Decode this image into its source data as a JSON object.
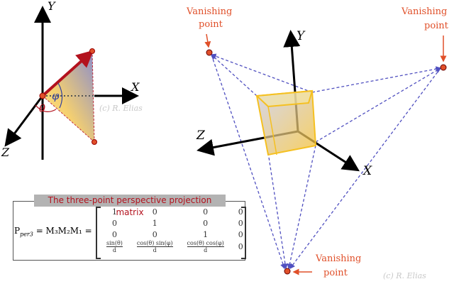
{
  "left_diagram": {
    "axes": {
      "x": "X",
      "y": "Y",
      "z": "Z"
    },
    "angles": {
      "theta": "θ",
      "phi": "φ"
    },
    "watermark": "(c) R. Elias"
  },
  "right_diagram": {
    "axes": {
      "x": "X",
      "y": "Y",
      "z": "Z"
    },
    "vanishing_points": [
      {
        "line1": "Vanishing",
        "line2": "point"
      },
      {
        "line1": "Vanishing",
        "line2": "point"
      },
      {
        "line1": "Vanishing",
        "line2": "point"
      }
    ],
    "watermark": "(c) R. Elias"
  },
  "matrix": {
    "title": "The three-point perspective projection matrix",
    "lhs_base": "P",
    "lhs_sub": "per3",
    "equals": "= M₃M₂M₁ =",
    "rows": [
      [
        "1",
        "0",
        "0",
        "0"
      ],
      [
        "0",
        "1",
        "0",
        "0"
      ],
      [
        "0",
        "0",
        "1",
        "0"
      ]
    ],
    "last_row": [
      {
        "num": "sin(θ)",
        "den": "d"
      },
      {
        "num": "cos(θ) sin(φ)",
        "den": "d"
      },
      {
        "num": "cos(θ) cos(φ)",
        "den": "d"
      }
    ],
    "last_row_end": "0"
  },
  "colors": {
    "accent": "#e0502a",
    "dashed": "#5050c0",
    "arrow": "#b3121e"
  }
}
